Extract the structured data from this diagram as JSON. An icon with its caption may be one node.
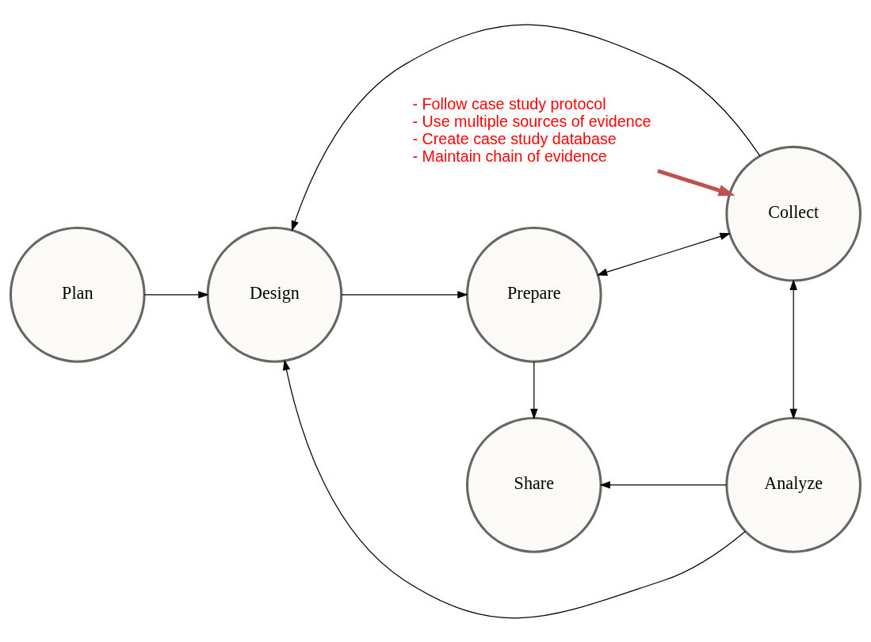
{
  "diagram": {
    "nodes": [
      {
        "text": [
          "Plan"
        ]
      },
      {
        "text": [
          "Design"
        ]
      },
      {
        "text": [
          "Prepare"
        ]
      },
      {
        "text": [
          "Collect"
        ]
      },
      {
        "text": [
          "Share"
        ]
      },
      {
        "text": [
          "Analyze"
        ]
      },
      {
        "text": [
          "- Follow case study protocol",
          "- Use multiple sources of evidence",
          "- Create case study database",
          "- Maintain chain of evidence"
        ]
      }
    ],
    "edges": [
      {
        "from": 0,
        "to": 1,
        "arrow": "to"
      },
      {
        "from": 1,
        "to": 2,
        "arrow": "to"
      },
      {
        "from": 2,
        "to": 3,
        "arrow": "both"
      },
      {
        "from": 3,
        "to": 1,
        "arrow": "to"
      },
      {
        "from": 2,
        "to": 4,
        "arrow": "to"
      },
      {
        "from": 3,
        "to": 5,
        "arrow": "both"
      },
      {
        "from": 5,
        "to": 1,
        "arrow": "to"
      },
      {
        "from": 5,
        "to": 4,
        "arrow": "to"
      },
      {
        "from": 6,
        "to": 3,
        "arrow": "to",
        "style": "thick",
        "color": "#c0504d"
      }
    ]
  }
}
